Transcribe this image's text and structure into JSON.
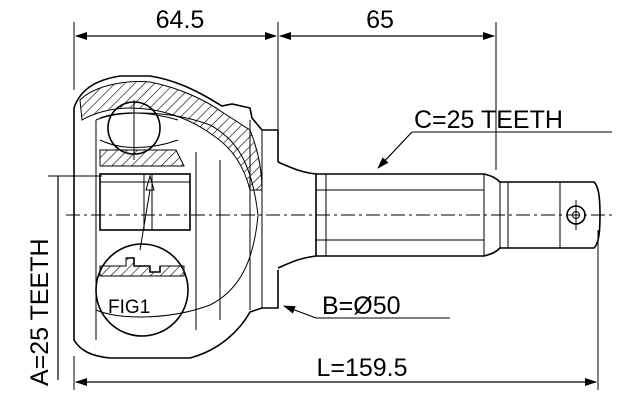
{
  "dimensions": {
    "top_left": "64.5",
    "top_right": "65",
    "spline_outer": "C=25 TEETH",
    "spline_inner": "A=25 TEETH",
    "seat_diameter": "B=Ø50",
    "overall_length": "L=159.5"
  },
  "detail_label": "FIG1",
  "colors": {
    "line": "#000000",
    "background": "#ffffff"
  }
}
